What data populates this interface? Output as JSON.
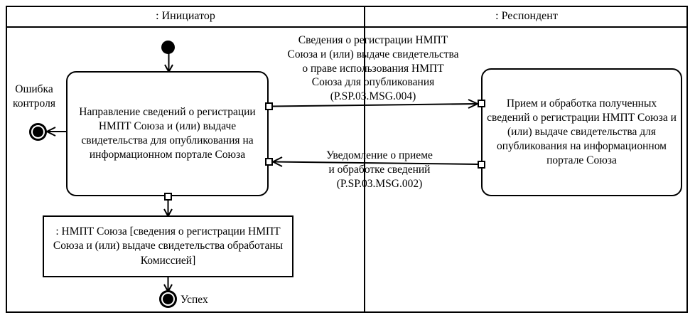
{
  "diagram": {
    "type": "uml-activity-diagram",
    "lanes": [
      {
        "name": "initiator",
        "title": ": Инициатор"
      },
      {
        "name": "respondent",
        "title": ": Респондент"
      }
    ],
    "nodes": {
      "initial": {
        "label": ""
      },
      "activity_send": {
        "label": "Направление сведений\nо регистрации НМПТ Союза и\n(или) выдаче свидетельства\nдля опубликования\nна информационном\nпортале Союза"
      },
      "activity_receive": {
        "label": "Прием и обработка\nполученных сведений\nо регистрации НМПТ Союза\nи (или) выдаче свидетельства\nдля опубликования\nна информационном\nпортале Союза"
      },
      "object_nmpt": {
        "label": ": НМПТ Союза\n[сведения о регистрации НМПТ Союза\nи (или) выдаче свидетельства\nобработаны Комиссией]"
      },
      "final_error": {
        "label": "Ошибка\nконтроля"
      },
      "final_success": {
        "label": "Успех"
      }
    },
    "edges": {
      "msg_004": {
        "label": "Сведения о регистрации НМПТ\nСоюза и (или) выдаче свидетельства\nо праве использования НМПТ\nСоюза для опубликования\n(P.SP.03.MSG.004)",
        "code": "P.SP.03.MSG.004",
        "direction": "initiator-to-respondent"
      },
      "msg_002": {
        "label": "Уведомление о приеме\nи обработке сведений\n(P.SP.03.MSG.002)",
        "code": "P.SP.03.MSG.002",
        "direction": "respondent-to-initiator"
      }
    },
    "colors": {
      "stroke": "#000000",
      "fill": "#ffffff"
    }
  }
}
